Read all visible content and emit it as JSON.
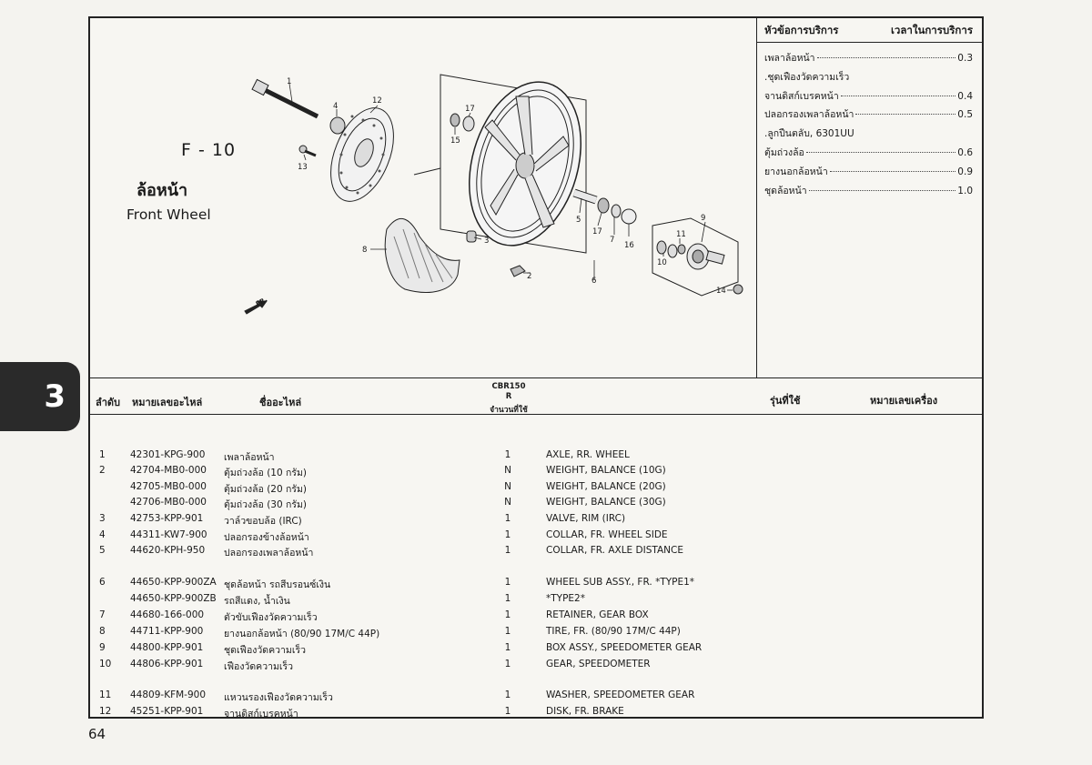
{
  "figure": {
    "code": "F - 10",
    "title_th": "ล้อหน้า",
    "title_en": "Front Wheel"
  },
  "section_tab": "3",
  "page_number": "64",
  "service_panel": {
    "header_left": "หัวข้อการบริการ",
    "header_right": "เวลาในการบริการ",
    "items": [
      {
        "label": "เพลาล้อหน้า",
        "value": "0.3"
      },
      {
        "label": ".ชุดเฟืองวัดความเร็ว",
        "value": ""
      },
      {
        "label": "จานดิสก์เบรคหน้า",
        "value": "0.4"
      },
      {
        "label": "ปลอกรองเพลาล้อหน้า",
        "value": "0.5"
      },
      {
        "label": ".ลูกปืนตลับ, 6301UU",
        "value": ""
      },
      {
        "label": "ตุ้มถ่วงล้อ",
        "value": "0.6"
      },
      {
        "label": "ยางนอกล้อหน้า",
        "value": "0.9"
      },
      {
        "label": "ชุดล้อหน้า",
        "value": "1.0"
      }
    ]
  },
  "callouts": [
    "1",
    "2",
    "3",
    "4",
    "5",
    "6",
    "7",
    "8",
    "9",
    "10",
    "11",
    "12",
    "13",
    "14",
    "15",
    "16",
    "17",
    "17"
  ],
  "fr_label": "FR.",
  "table_header": {
    "col_no": "ลำดับ",
    "col_part": "หมายเลขอะไหล่",
    "col_name": "ชื่ออะไหล่",
    "model_line1": "CBR150",
    "model_line2": "R",
    "qty": "จำนวนที่ใช้",
    "col_model": "รุ่นที่ใช้",
    "col_engine": "หมายเลขเครื่อง"
  },
  "parts": [
    {
      "no": "1",
      "part": "42301-KPG-900",
      "name": "เพลาล้อหน้า",
      "qty": "1",
      "desc": "AXLE, RR. WHEEL"
    },
    {
      "no": "2",
      "part": "42704-MB0-000",
      "name": "ตุ้มถ่วงล้อ (10 กรัม)",
      "qty": "N",
      "desc": "WEIGHT, BALANCE (10G)"
    },
    {
      "no": "",
      "part": "42705-MB0-000",
      "name": "ตุ้มถ่วงล้อ (20 กรัม)",
      "qty": "N",
      "desc": "WEIGHT, BALANCE (20G)"
    },
    {
      "no": "",
      "part": "42706-MB0-000",
      "name": "ตุ้มถ่วงล้อ (30 กรัม)",
      "qty": "N",
      "desc": "WEIGHT, BALANCE (30G)"
    },
    {
      "no": "3",
      "part": "42753-KPP-901",
      "name": "วาล์วขอบล้อ (IRC)",
      "qty": "1",
      "desc": "VALVE, RIM (IRC)"
    },
    {
      "no": "4",
      "part": "44311-KW7-900",
      "name": "ปลอกรองข้างล้อหน้า",
      "qty": "1",
      "desc": "COLLAR, FR. WHEEL SIDE"
    },
    {
      "no": "5",
      "part": "44620-KPH-950",
      "name": "ปลอกรองเพลาล้อหน้า",
      "qty": "1",
      "desc": "COLLAR, FR. AXLE DISTANCE"
    },
    {
      "no": "6",
      "part": "44650-KPP-900ZA",
      "name": "ชุดล้อหน้า รถสีบรอนซ์เงิน",
      "qty": "1",
      "desc": "WHEEL SUB ASSY., FR. *TYPE1*"
    },
    {
      "no": "",
      "part": "44650-KPP-900ZB",
      "name": "รถสีแดง, น้ำเงิน",
      "qty": "1",
      "desc": "*TYPE2*"
    },
    {
      "no": "7",
      "part": "44680-166-000",
      "name": "ตัวขับเฟืองวัดความเร็ว",
      "qty": "1",
      "desc": "RETAINER, GEAR BOX"
    },
    {
      "no": "8",
      "part": "44711-KPP-900",
      "name": "ยางนอกล้อหน้า (80/90 17M/C 44P)",
      "qty": "1",
      "desc": "TIRE, FR. (80/90 17M/C 44P)"
    },
    {
      "no": "9",
      "part": "44800-KPP-901",
      "name": "ชุดเฟืองวัดความเร็ว",
      "qty": "1",
      "desc": "BOX ASSY., SPEEDOMETER GEAR"
    },
    {
      "no": "10",
      "part": "44806-KPP-901",
      "name": "เฟืองวัดความเร็ว",
      "qty": "1",
      "desc": "GEAR, SPEEDOMETER"
    },
    {
      "no": "11",
      "part": "44809-KFM-900",
      "name": "แหวนรองเฟืองวัดความเร็ว",
      "qty": "1",
      "desc": "WASHER, SPEEDOMETER GEAR"
    },
    {
      "no": "12",
      "part": "45251-KPP-901",
      "name": "จานดิสก์เบรคหน้า",
      "qty": "1",
      "desc": "DISK, FR. BRAKE"
    }
  ]
}
